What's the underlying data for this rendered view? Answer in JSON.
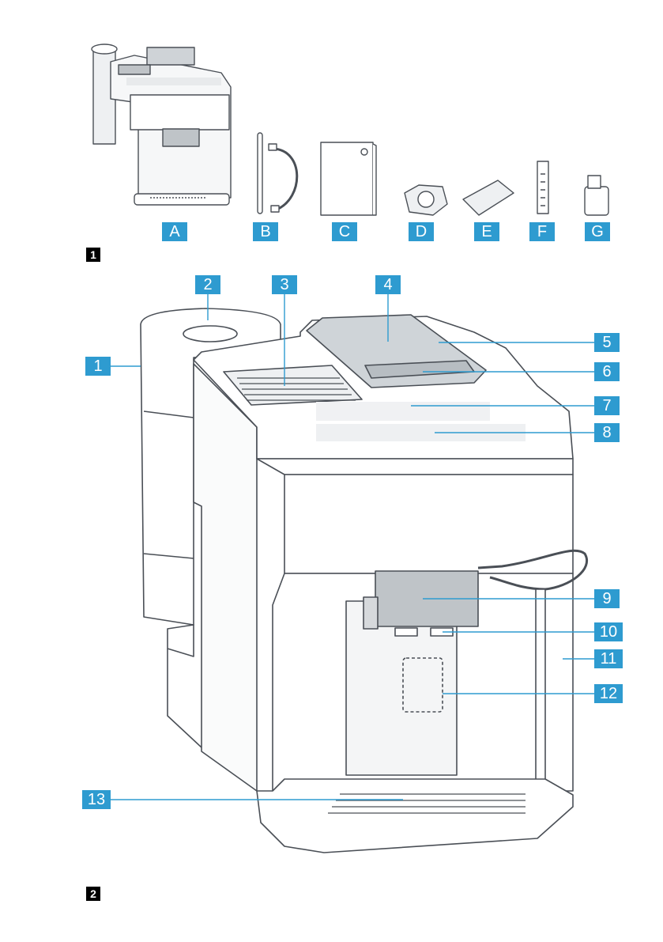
{
  "figure1": {
    "number": "1",
    "items": [
      {
        "letter": "A"
      },
      {
        "letter": "B"
      },
      {
        "letter": "C"
      },
      {
        "letter": "D"
      },
      {
        "letter": "E"
      },
      {
        "letter": "F"
      },
      {
        "letter": "G"
      }
    ]
  },
  "figure2": {
    "number": "2",
    "callouts": [
      "1",
      "2",
      "3",
      "4",
      "5",
      "6",
      "7",
      "8",
      "9",
      "10",
      "11",
      "12",
      "13"
    ]
  },
  "colors": {
    "label_bg": "#2e9bd0",
    "line": "#4a4f56",
    "fill_gray": "#e6e8ea"
  }
}
